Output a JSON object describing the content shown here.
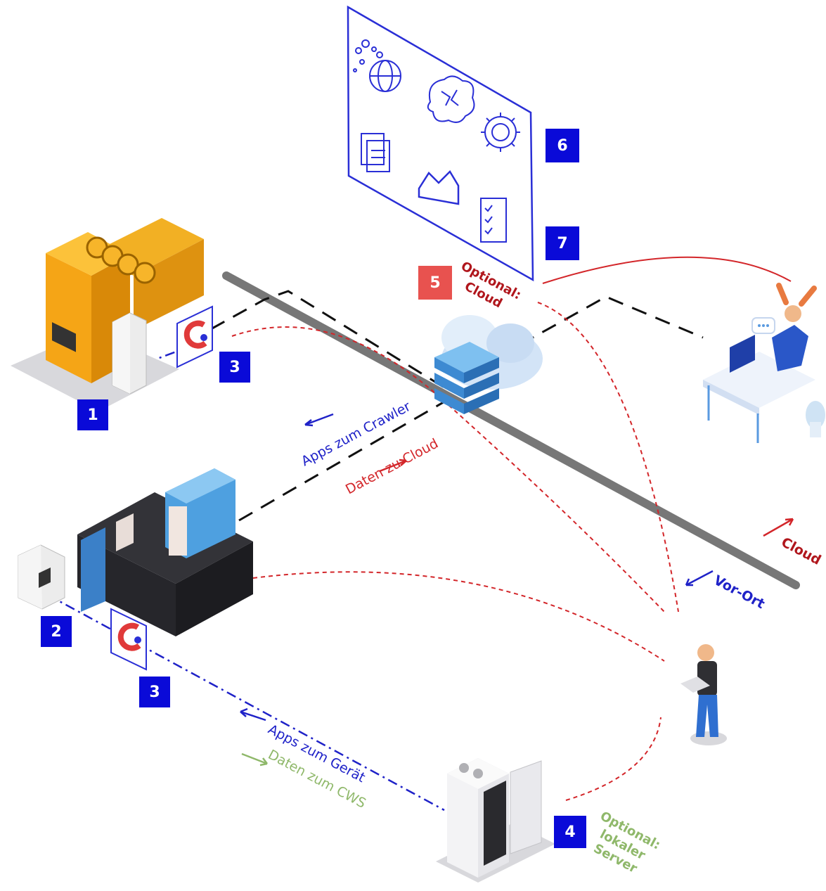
{
  "badges": {
    "b1": "1",
    "b2": "2",
    "b3a": "3",
    "b3b": "3",
    "b4": "4",
    "b5": "5",
    "b6": "6",
    "b7": "7"
  },
  "labels": {
    "apps_crawler": "Apps zum Crawler",
    "daten_cloud": "Daten zu Cloud",
    "apps_geraet": "Apps zum Gerät",
    "daten_cws": "Daten zum CWS",
    "cloud": "Cloud",
    "vor_ort": "Vor-Ort",
    "optional_cloud_1": "Optional:",
    "optional_cloud_2": "Cloud",
    "optional_server_1": "Optional:",
    "optional_server_2": "lokaler",
    "optional_server_3": "Server"
  },
  "colors": {
    "badge_blue": "#0a0ad8",
    "badge_red": "#e8524f",
    "text_blue": "#1f22c8",
    "text_red": "#d3262a",
    "text_green": "#8fb86a",
    "divider_gray": "#777777",
    "panel_blue": "#2a2fd6"
  },
  "icons": {
    "generator": "generator-icon",
    "machine": "cnc-machine-icon",
    "crawler": "crawler-logo-icon",
    "cloud_server": "cloud-server-icon",
    "server_rack": "server-rack-icon",
    "technician": "technician-laptop-icon",
    "office_user": "office-user-icon",
    "globe": "globe-icon",
    "brain": "brain-icon",
    "gear": "gear-refresh-icon",
    "files": "files-icon",
    "chart": "chart-icon",
    "checklist": "checklist-icon"
  }
}
